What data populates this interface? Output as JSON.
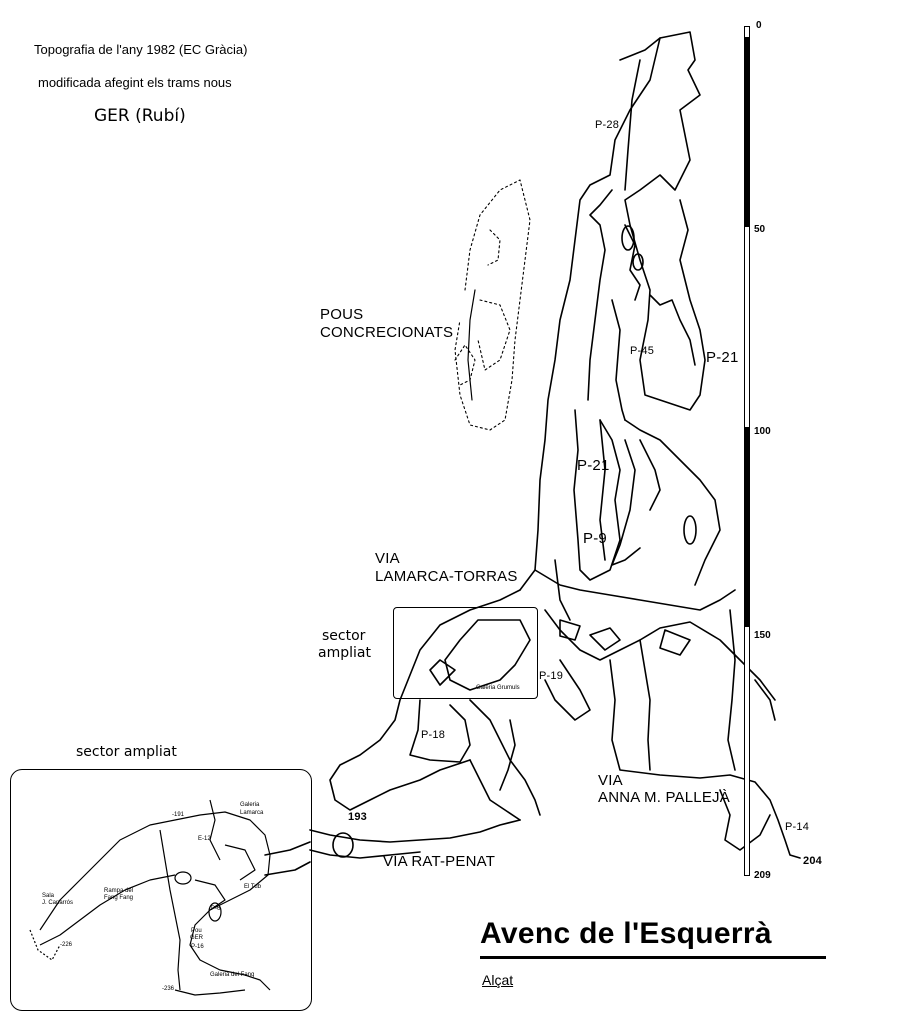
{
  "credits": {
    "line1": "Topografia de l'any 1982 (EC Gràcia)",
    "line2": "modificada afegint els trams nous",
    "line3": "GER (Rubí)"
  },
  "title": "Avenc de l'Esquerrà",
  "subtitle": "Alçat",
  "scale": {
    "ticks": [
      "0",
      "50",
      "100",
      "150",
      "209"
    ]
  },
  "labels": {
    "p28": "P-28",
    "pous_line1": "POUS",
    "pous_line2": "CONCRECIONATS",
    "p45": "P-45",
    "p21_right": "P-21",
    "p21_center": "P-21",
    "p9": "P-9",
    "via_lamarca_line1": "VIA",
    "via_lamarca_line2": "LAMARCA-TORRAS",
    "sector_line1": "sector",
    "sector_line2": "ampliat",
    "galeria_grumuls": "Galeria Grumuls",
    "p19": "P-19",
    "p18": "P-18",
    "depth_193": "193",
    "via_anna_line1": "VIA",
    "via_anna_line2": "ANNA M. PALLEJÀ",
    "p14": "P-14",
    "depth_204": "204",
    "via_rat_penat": "VIA RAT-PENAT"
  },
  "inset": {
    "title": "sector ampliat",
    "labels": {
      "m191": "-191",
      "galeria_lamarca_1": "Galeria",
      "galeria_lamarca_2": "Lamarca",
      "e12": "E-12",
      "sala_1": "Sala",
      "sala_2": "J. Caparrós",
      "rampa_1": "Rampa del",
      "rampa_2": "Fang Fang",
      "el_tub": "El Tub",
      "p6": "P-6",
      "pou_ger_1": "Pou",
      "pou_ger_2": "GER",
      "p16": "P-16",
      "m226": "-226",
      "galeria_fang": "Galeria del Fang",
      "m236": "-236"
    }
  }
}
